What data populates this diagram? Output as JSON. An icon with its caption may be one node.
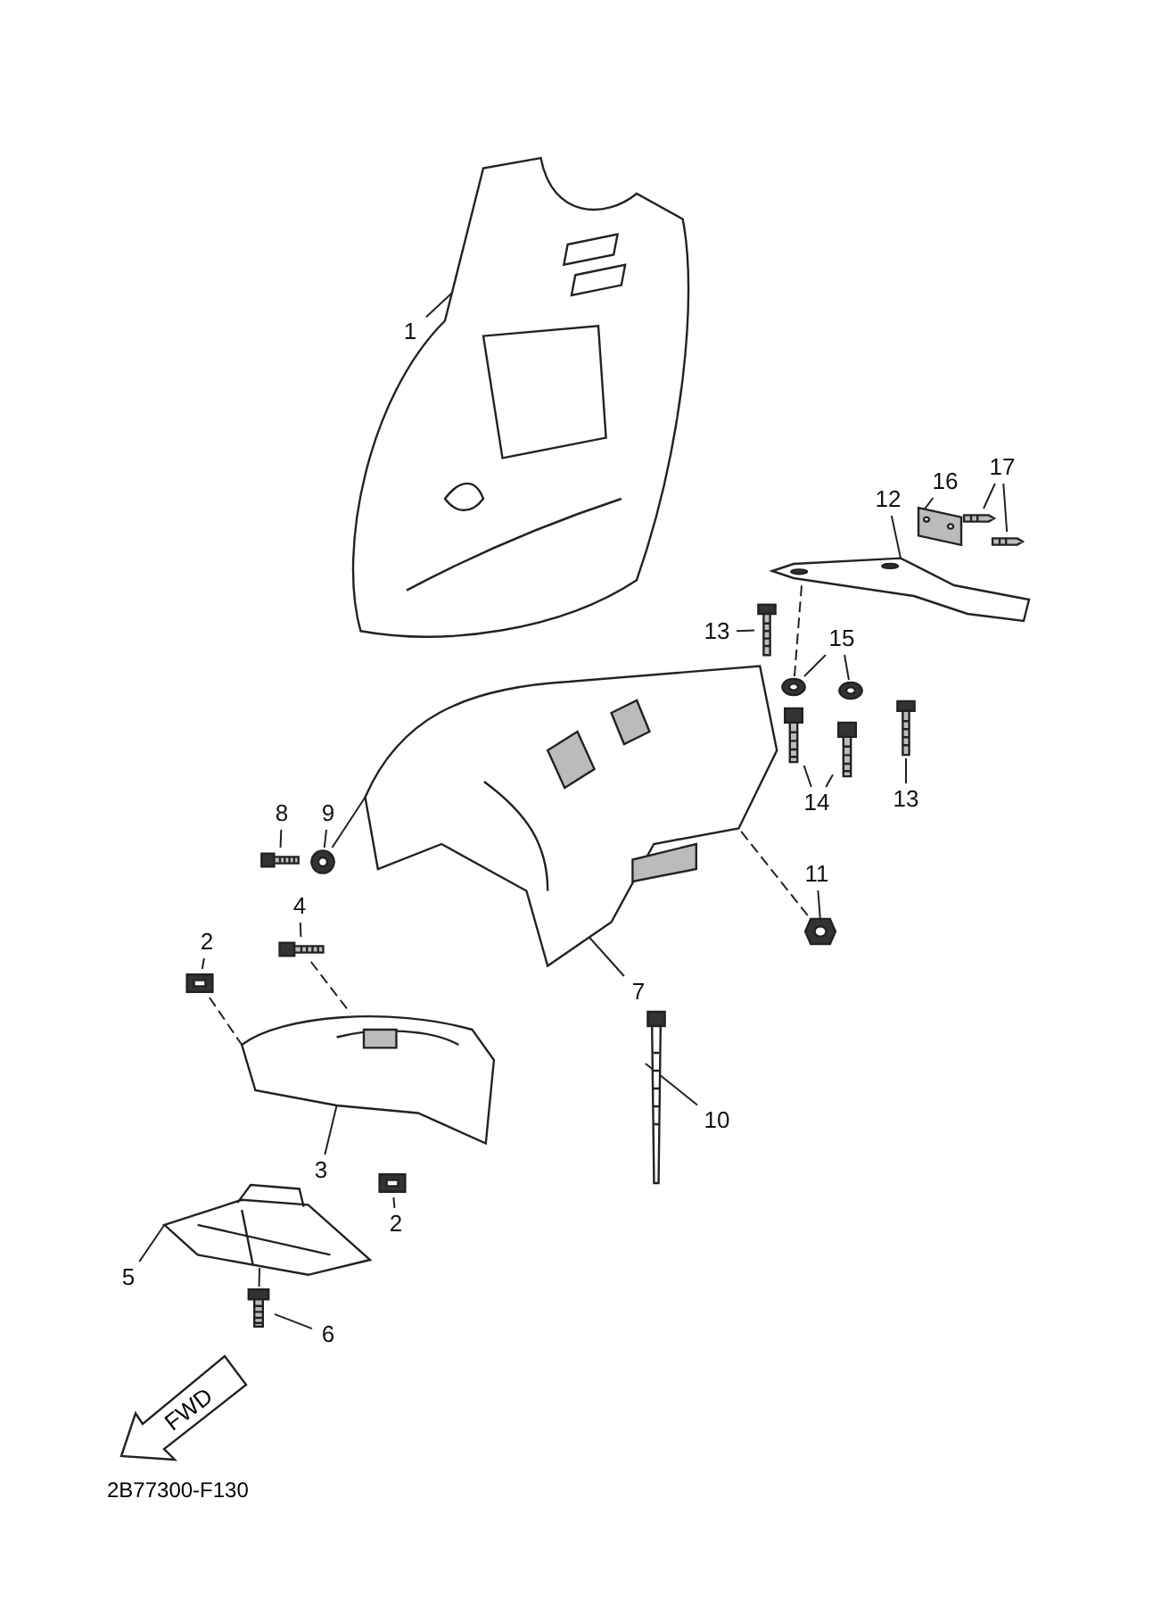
{
  "diagram": {
    "nodes": [
      {
        "text": [
          "1"
        ]
      },
      {
        "text": [
          "2"
        ]
      },
      {
        "text": [
          "4"
        ]
      },
      {
        "text": [
          "8"
        ]
      },
      {
        "text": [
          "9"
        ]
      },
      {
        "text": [
          "12"
        ]
      },
      {
        "text": [
          "16"
        ]
      },
      {
        "text": [
          "17"
        ]
      },
      {
        "text": [
          "13"
        ]
      },
      {
        "text": [
          "15"
        ]
      },
      {
        "text": [
          "14"
        ]
      },
      {
        "text": [
          "13"
        ]
      },
      {
        "text": [
          "11"
        ]
      },
      {
        "text": [
          "7"
        ]
      },
      {
        "text": [
          "10"
        ]
      },
      {
        "text": [
          "3"
        ]
      },
      {
        "text": [
          "2"
        ]
      },
      {
        "text": [
          "5"
        ]
      },
      {
        "text": [
          "6"
        ]
      },
      {
        "text": [],
        "shape": "picture"
      },
      {
        "text": [],
        "shape": "picture"
      },
      {
        "text": [],
        "shape": "picture"
      },
      {
        "text": [],
        "shape": "picture"
      },
      {
        "text": [],
        "shape": "picture"
      },
      {
        "text": [],
        "shape": "picture"
      },
      {
        "text": [],
        "shape": "picture"
      },
      {
        "text": [],
        "shape": "picture"
      },
      {
        "text": [],
        "shape": "picture"
      },
      {
        "text": [],
        "shape": "picture"
      },
      {
        "text": [],
        "shape": "picture"
      },
      {
        "text": [],
        "shape": "picture"
      },
      {
        "text": [],
        "shape": "picture"
      },
      {
        "text": [],
        "shape": "picture"
      },
      {
        "text": [],
        "shape": "picture"
      },
      {
        "text": [],
        "shape": "picture"
      },
      {
        "text": [],
        "shape": "picture"
      },
      {
        "text": [],
        "shape": "picture"
      },
      {
        "text": [],
        "shape": "picture"
      },
      {
        "text": [],
        "shape": "picture"
      },
      {
        "text": [],
        "shape": "picture"
      },
      {
        "text": [],
        "shape": "picture"
      }
    ],
    "edges": [
      {
        "from": 0,
        "to": 19,
        "arrow": "none"
      },
      {
        "from": 1,
        "to": 20,
        "arrow": "none"
      },
      {
        "from": 2,
        "to": 21,
        "arrow": "none"
      },
      {
        "from": 3,
        "to": 22,
        "arrow": "none"
      },
      {
        "from": 4,
        "to": 23,
        "arrow": "none"
      },
      {
        "from": 5,
        "to": 24,
        "arrow": "none"
      },
      {
        "from": 6,
        "to": 25,
        "arrow": "none"
      },
      {
        "from": 7,
        "to": 26,
        "arrow": "none"
      },
      {
        "from": 7,
        "to": 27,
        "arrow": "none"
      },
      {
        "from": 8,
        "to": 28,
        "arrow": "none"
      },
      {
        "from": 9,
        "to": 29,
        "arrow": "none"
      },
      {
        "from": 9,
        "to": 30,
        "arrow": "none"
      },
      {
        "from": 10,
        "to": 31,
        "arrow": "none"
      },
      {
        "from": 10,
        "to": 32,
        "arrow": "none"
      },
      {
        "from": 11,
        "to": 33,
        "arrow": "none"
      },
      {
        "from": 12,
        "to": 34,
        "arrow": "none"
      },
      {
        "from": 13,
        "to": 35,
        "arrow": "none"
      },
      {
        "from": 14,
        "to": 36,
        "arrow": "none"
      },
      {
        "from": 15,
        "to": 37,
        "arrow": "none"
      },
      {
        "from": 16,
        "to": 38,
        "arrow": "none"
      },
      {
        "from": 17,
        "to": 39,
        "arrow": "none"
      },
      {
        "from": 18,
        "to": 40,
        "arrow": "none"
      },
      {
        "from": 21,
        "to": 37,
        "arrow": "none",
        "style": "dashed"
      },
      {
        "from": 20,
        "to": 37,
        "arrow": "none",
        "style": "dashed"
      },
      {
        "from": 34,
        "to": 35,
        "arrow": "none",
        "style": "dashed"
      },
      {
        "from": 29,
        "to": 24,
        "arrow": "none",
        "style": "dashed"
      },
      {
        "from": 23,
        "to": 35,
        "arrow": "none"
      },
      {
        "from": 40,
        "to": 39,
        "arrow": "none"
      }
    ],
    "labels": [
      "FWD",
      "2B77300-F130"
    ]
  }
}
